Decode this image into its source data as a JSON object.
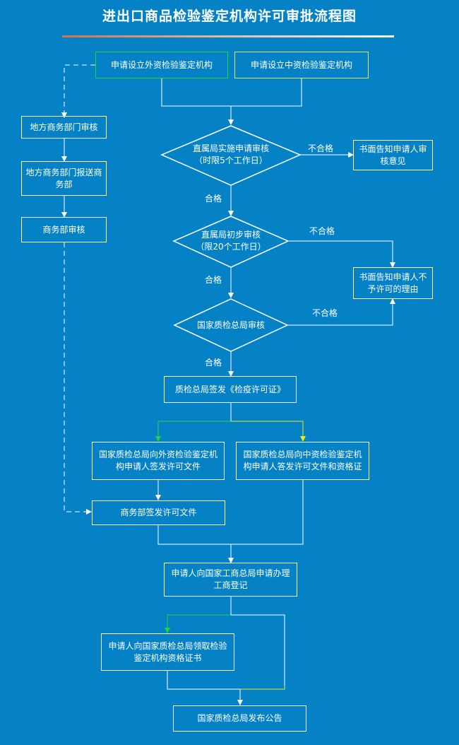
{
  "title": "进出口商品检验鉴定机构许可审批流程图",
  "nodes": {
    "apply_foreign": "申请设立外资检验鉴定机构",
    "apply_chinese": "申请设立中资检验鉴定机构",
    "local_review": "地方商务部门审核",
    "local_submit": "地方商务部门报送商务部",
    "mofcom_review": "商务部审核",
    "direct_review": "直属局实施申请审核\n（时限5个工作日）",
    "notify_review": "书面告知申请人审核意见",
    "prelim_review": "直属局初步审核\n（限20个工作日）",
    "notify_reject": "书面告知申请人不予许可的理由",
    "aqsiq_review": "国家质检总局审核",
    "issue_permit": "质检总局签发《检疫许可证》",
    "issue_foreign": "国家质检总局向外资检验鉴定机构申请人签发许可文件",
    "issue_chinese": "国家质检总局向中资检验鉴定机构申请人答发许可文件和资格证",
    "mofcom_issue": "商务部签发许可文件",
    "register": "申请人向国家工商总局申请办理工商登记",
    "collect_cert": "申请人向国家质检总局领取检验鉴定机构资格证书",
    "announce": "国家质检总局发布公告"
  },
  "labels": {
    "fail_1": "不合格",
    "fail_2": "不合格",
    "fail_3": "不合格",
    "pass_1": "合格",
    "pass_2": "合格",
    "pass_3": "合格"
  },
  "colors": {
    "background": "#0582c6",
    "line": "#ffffff",
    "green_line": "#22d63a",
    "yellow_line": "#e8e81a",
    "title_underline": "#d4714a"
  }
}
